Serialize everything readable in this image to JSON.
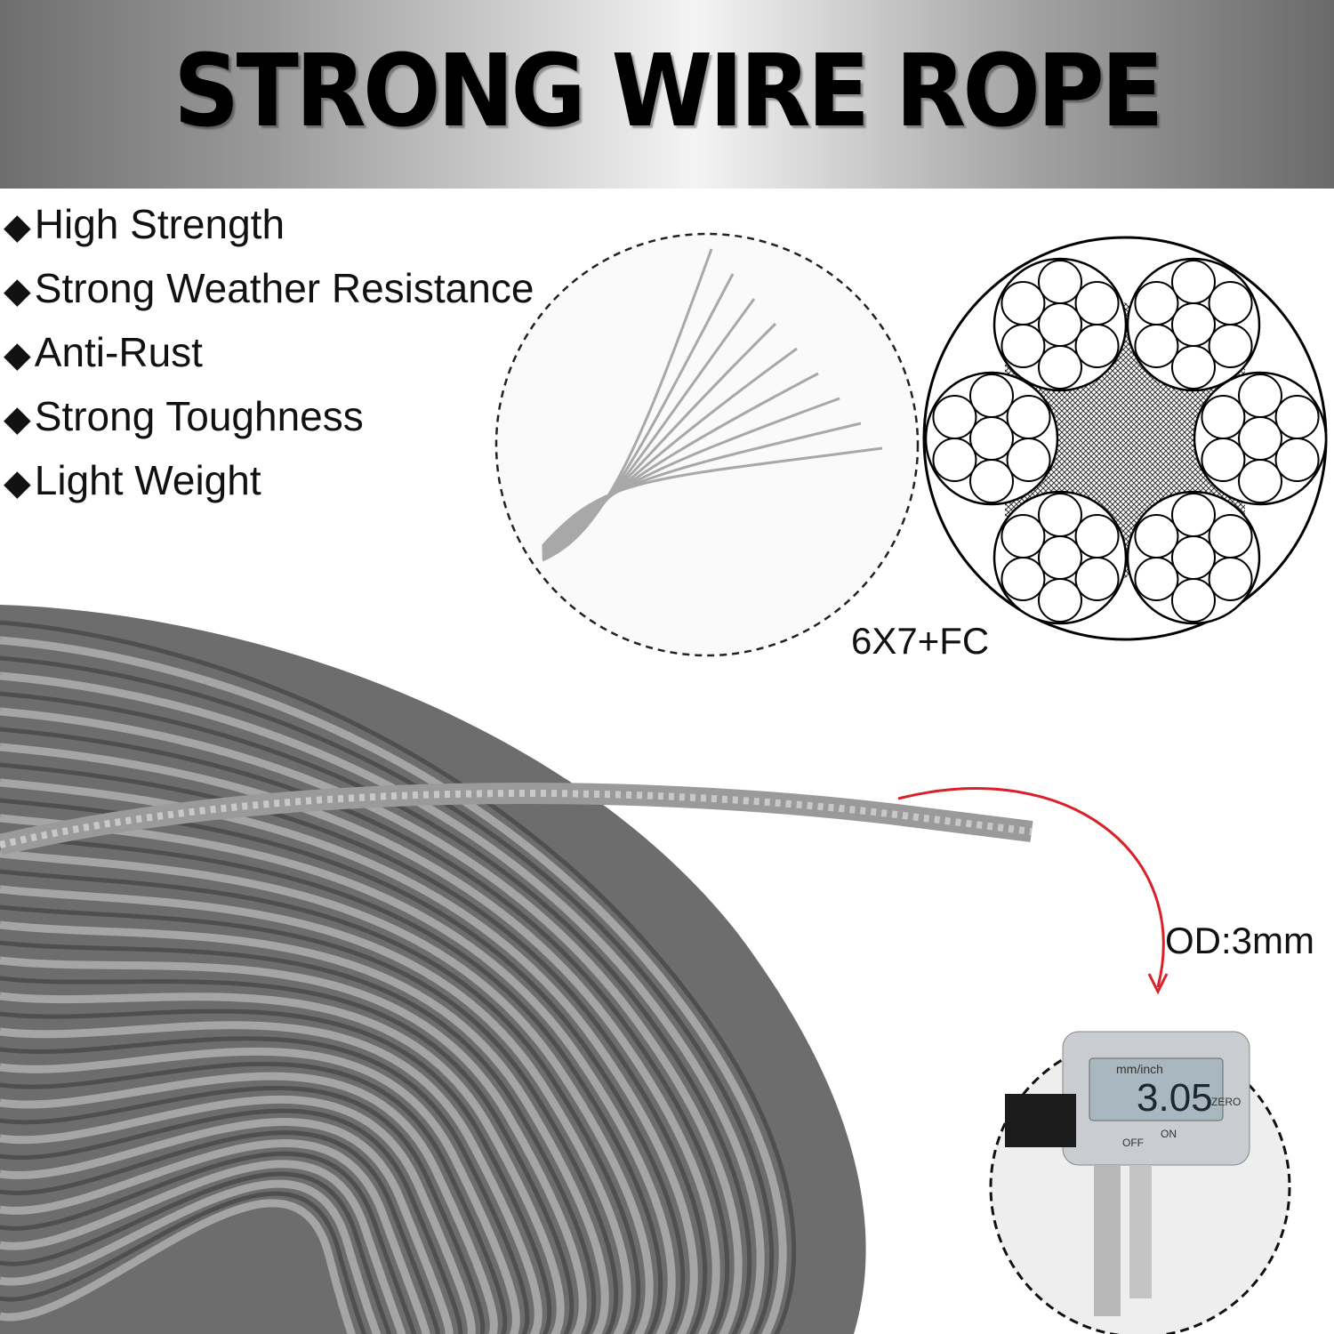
{
  "title": "STRONG WIRE ROPE",
  "features": [
    "High Strength",
    "Strong Weather Resistance",
    "Anti-Rust",
    "Strong Toughness",
    "Light Weight"
  ],
  "bullet_icon": "diamond-icon",
  "construction_label": "6X7+FC",
  "diameter_label": "OD:3mm",
  "caliper": {
    "reading": "3.05",
    "unit_button": "mm/inch",
    "zero_button": "ZERO",
    "off_label": "OFF",
    "on_label": "ON"
  },
  "colors": {
    "arrow": "#d9212b",
    "text": "#111111"
  }
}
